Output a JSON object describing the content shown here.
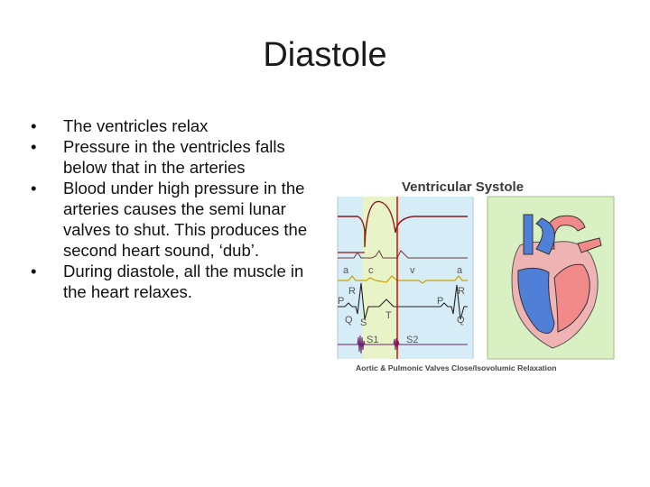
{
  "slide": {
    "title": "Diastole",
    "bullets": [
      "The ventricles relax",
      "Pressure in the ventricles falls below that in the arteries",
      "Blood under high pressure in the arteries causes the semi lunar valves to shut. This produces the second heart sound, ‘dub’.",
      "During diastole, all the muscle in the heart relaxes."
    ]
  },
  "figure": {
    "title": "Ventricular Systole",
    "caption": "Aortic & Pulmonic Valves Close/Isovolumic Relaxation",
    "labels": {
      "a1": "a",
      "c": "c",
      "v": "v",
      "a2": "a",
      "r1": "R",
      "r2": "R",
      "p1": "P",
      "p2": "P",
      "q1": "Q",
      "s": "S",
      "t": "T",
      "q2": "Q",
      "s1": "S1",
      "s2": "S2"
    },
    "colors": {
      "left_panel_bg": "#d6ecf6",
      "middle_band": "#e8f3c8",
      "heart_panel_bg": "#d9f0c2",
      "pressure_curve": "#8b1a1a",
      "marker_line": "#cc0000",
      "ecg_trace": "#222222",
      "jvp_trace": "#c9a600",
      "sound_trace": "#6b1f6b",
      "oxygenated": "#f28a8a",
      "deoxygenated": "#4f7fd6"
    }
  }
}
